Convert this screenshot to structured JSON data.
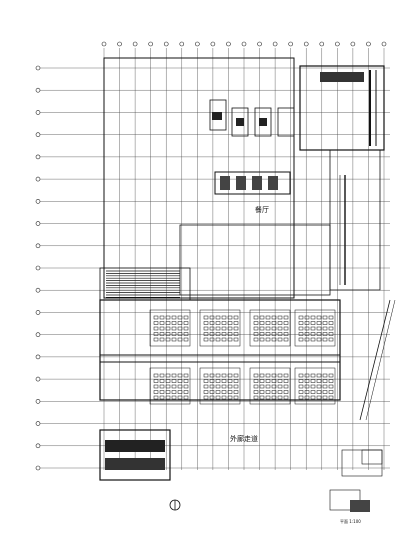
{
  "labels": {
    "hall": "餐厅",
    "outdoor": "外廊走道",
    "small_text": "平面 1:100"
  },
  "grid": {
    "vertical_lines": 19,
    "horizontal_lines": 19
  },
  "colors": {
    "line": "#111111",
    "background": "#ffffff"
  }
}
